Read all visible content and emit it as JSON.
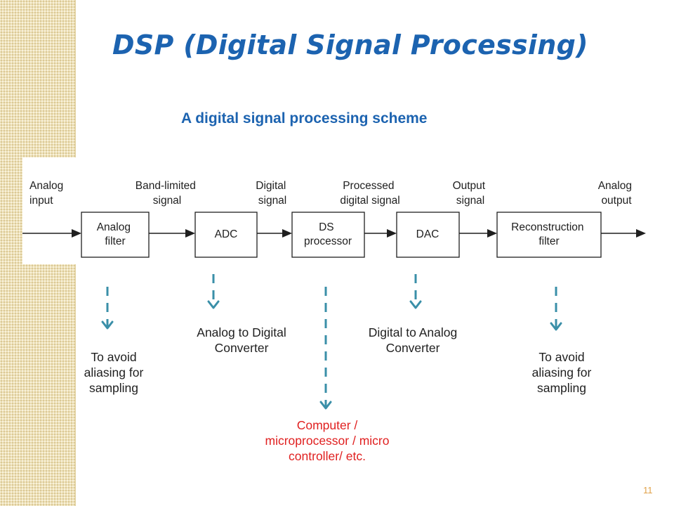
{
  "slide": {
    "title": "DSP (Digital Signal Processing)",
    "subtitle": "A digital signal processing scheme",
    "page_number": "11"
  },
  "diagram": {
    "signals": {
      "analog_input": [
        "Analog",
        "input"
      ],
      "band_limited": [
        "Band-limited",
        "signal"
      ],
      "digital": [
        "Digital",
        "signal"
      ],
      "processed": [
        "Processed",
        "digital signal"
      ],
      "output": [
        "Output",
        "signal"
      ],
      "analog_output": [
        "Analog",
        "output"
      ]
    },
    "blocks": {
      "analog_filter": [
        "Analog",
        "filter"
      ],
      "adc": [
        "ADC"
      ],
      "ds_processor": [
        "DS",
        "processor"
      ],
      "dac": [
        "DAC"
      ],
      "reconstruction_filter": [
        "Reconstruction",
        "filter"
      ]
    }
  },
  "annotations": {
    "analog_filter_note": "To avoid\naliasing for\nsampling",
    "adc_note": "Analog to Digital\nConverter",
    "processor_note": "Computer /\nmicroprocessor  / micro\ncontroller/ etc.",
    "dac_note": "Digital to Analog\nConverter",
    "reconstruction_note": "To avoid\naliasing for\nsampling"
  },
  "colors": {
    "title": "#1c63b0",
    "dashed_arrow": "#3a8fa8",
    "processor_note": "#e02020",
    "side_band": "#efe2b8",
    "page_number": "#e0a24a"
  }
}
